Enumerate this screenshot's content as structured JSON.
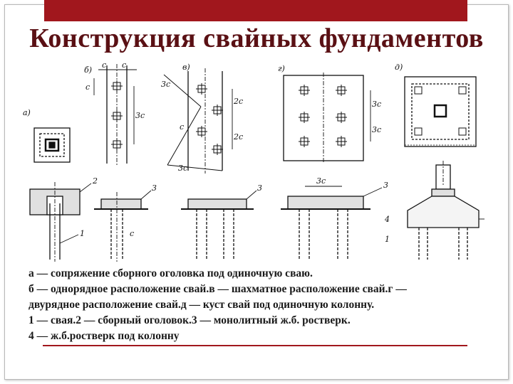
{
  "title": "Конструкция свайных фундаментов",
  "figure": {
    "letters": [
      "а)",
      "б)",
      "в)",
      "г)",
      "д)"
    ],
    "dims": {
      "c": "с",
      "three_c": "3с",
      "two_c": "2с"
    },
    "callouts": [
      "1",
      "2",
      "3",
      "4"
    ]
  },
  "caption": {
    "lines": [
      "а — сопряжение сборного оголовка под одиночную сваю.",
      "б — однорядное расположение свай.в — шахматное расположение свай.г —",
      "двурядное расположение свай.д — куст свай под одиночную колонну.",
      "1 — свая.2 — сборный оголовок.3 — монолитный ж.б. ростверк.",
      "4 — ж.б.ростверк под колонну"
    ]
  },
  "colors": {
    "accent": "#a1171d",
    "title": "#5a1014"
  }
}
